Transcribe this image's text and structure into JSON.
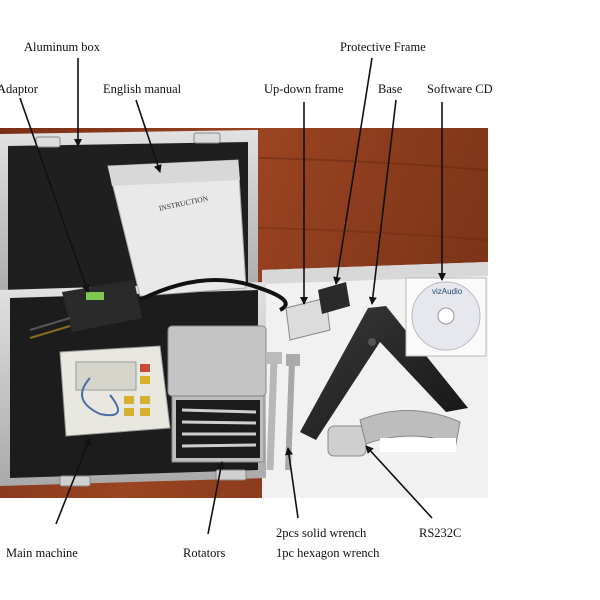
{
  "labels": {
    "aluminum_box": "Aluminum box",
    "adaptor": "Adaptor",
    "english_manual": "English manual",
    "protective_frame": "Protective Frame",
    "up_down_frame": "Up-down frame",
    "base": "Base",
    "software_cd": "Software CD",
    "main_machine": "Main machine",
    "rotators": "Rotators",
    "solid_wrench": "2pcs solid wrench",
    "hexagon_wrench": "1pc hexagon wrench",
    "rs232c": "RS232C"
  },
  "photo_text": {
    "manual_title": "INSTRUCTION",
    "cd_label": "vizAudio"
  },
  "colors": {
    "table_wood": "#8a3a1c",
    "case_metal": "#c9c9c9",
    "foam_black": "#1e1e1e",
    "foam_white": "#eeeeee",
    "label_text": "#111111"
  }
}
